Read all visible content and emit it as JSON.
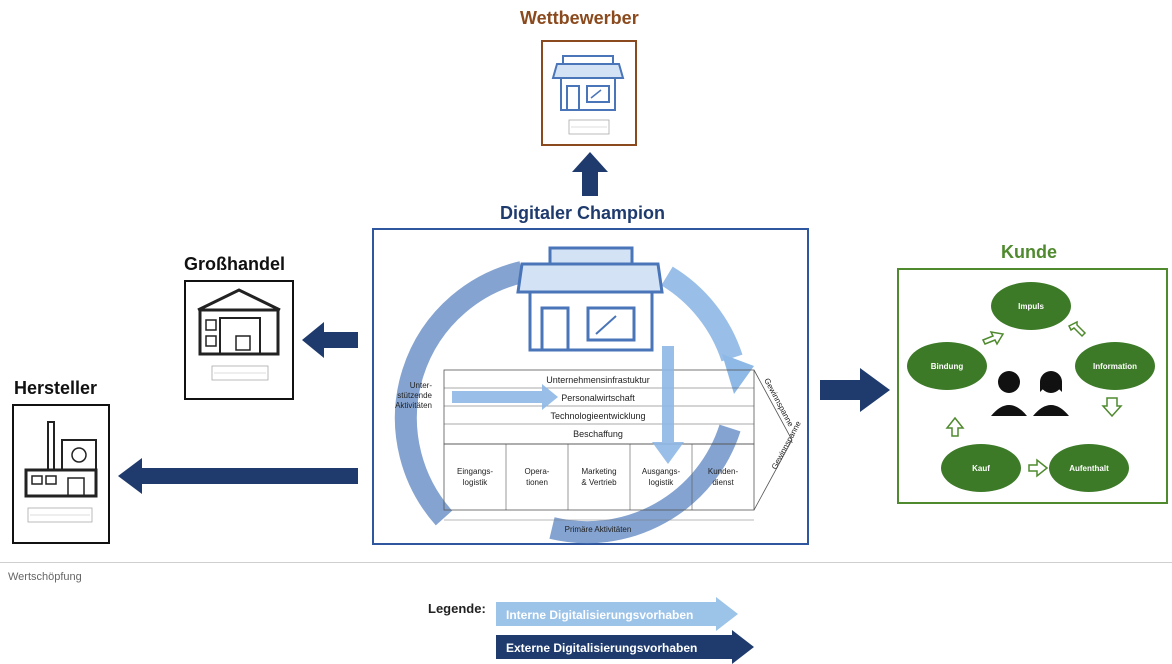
{
  "titles": {
    "competitor": "Wettbewerber",
    "champion": "Digitaler Champion",
    "wholesale": "Großhandel",
    "manufacturer": "Hersteller",
    "customer": "Kunde"
  },
  "value_chain": {
    "support_label_lines": [
      "Unter-",
      "stützende",
      "Aktivitäten"
    ],
    "support_rows": [
      "Unternehmensinfrastuktur",
      "Personalwirtschaft",
      "Technologieentwicklung",
      "Beschaffung"
    ],
    "primary_cols": [
      [
        "Eingangs-",
        "logistik"
      ],
      [
        "Opera-",
        "tionen"
      ],
      [
        "Marketing",
        "& Vertrieb"
      ],
      [
        "Ausgangs-",
        "logistik"
      ],
      [
        "Kunden-",
        "dienst"
      ]
    ],
    "primary_label": "Primäre Aktivitäten",
    "margin_top": "Gewinnspanne",
    "margin_bottom": "Gewinnspanne"
  },
  "customer_journey": [
    "Impuls",
    "Information",
    "Aufenthalt",
    "Kauf",
    "Bindung"
  ],
  "footer": {
    "value_creation": "Wertschöpfung"
  },
  "legend": {
    "label": "Legende:",
    "internal": "Interne Digitalisierungsvorhaben",
    "external": "Externe Digitalisierungsvorhaben"
  },
  "colors": {
    "dark_blue": "#1f3b6e",
    "light_blue": "#9cc3e8",
    "mid_blue": "#4a75b8",
    "competitor_brown": "#8b4a1e",
    "customer_green": "#4f8a2e",
    "node_green": "#3d7a28"
  }
}
